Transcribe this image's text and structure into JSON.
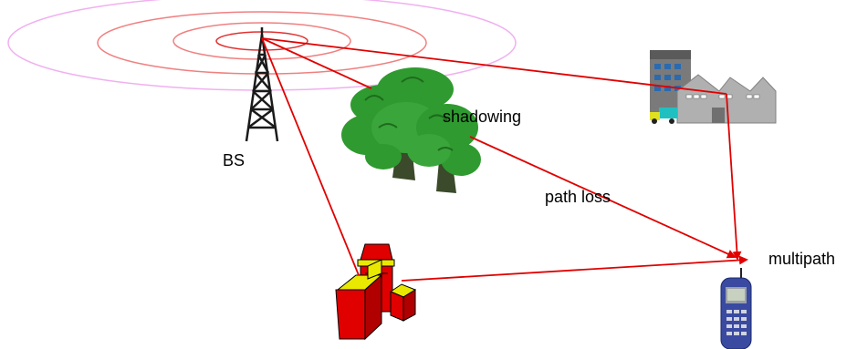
{
  "labels": {
    "bs": "BS",
    "shadowing": "shadowing",
    "path_loss": "path loss",
    "multipath": "multipath"
  },
  "colors": {
    "signal": "#e00000",
    "ring_outer": "#f0b0f0",
    "ring_mid": "#f08080",
    "ring_inner": "#e03030",
    "tower": "#1a1a1a",
    "tree_leaf": "#2f9a2f",
    "tree_leaf_dark": "#1d6b1d",
    "trunk": "#3a4a2a",
    "building_red": "#e00000",
    "factory_grey": "#b0b0b0",
    "phone": "#3a4aa0"
  },
  "icons": [
    "base-station-tower-icon",
    "tree-icon",
    "factory-icon",
    "red-buildings-icon",
    "mobile-phone-icon"
  ]
}
